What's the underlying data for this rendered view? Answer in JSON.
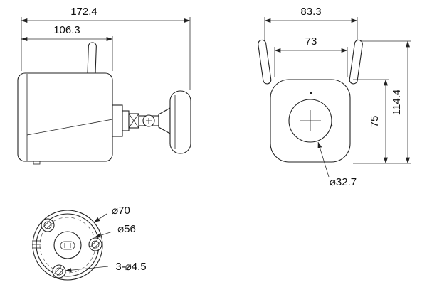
{
  "drawing": {
    "side_view": {
      "overall_length": "172.4",
      "body_length": "106.3"
    },
    "front_view": {
      "overall_width": "83.3",
      "inner_width": "73",
      "overall_height": "114.4",
      "body_height": "75",
      "lens_diameter": "⌀32.7"
    },
    "bottom_view": {
      "outer_diameter": "⌀70",
      "bolt_circle_diameter": "⌀56",
      "mounting_holes": "3-⌀4.5"
    }
  }
}
